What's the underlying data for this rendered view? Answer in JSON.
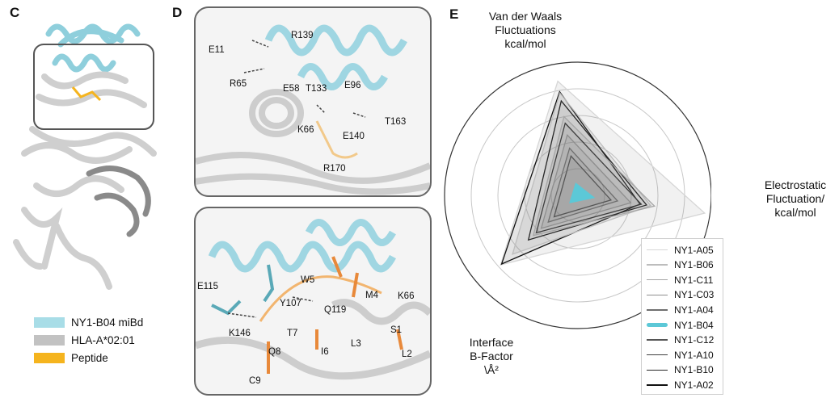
{
  "panels": {
    "c": {
      "letter": "C",
      "legend": [
        {
          "label": "NY1-B04 miBd",
          "color": "#a8dde7"
        },
        {
          "label": "HLA-A*02:01",
          "color": "#c2c2c2"
        },
        {
          "label": "Peptide",
          "color": "#f5b41e"
        }
      ]
    },
    "d": {
      "letter": "D",
      "top_residues": [
        "R139",
        "E11",
        "R65",
        "E58",
        "T133",
        "E96",
        "K66",
        "T163",
        "E140",
        "R170"
      ],
      "bottom_residues": [
        "E115",
        "W5",
        "M4",
        "K66",
        "Y107",
        "Q119",
        "K146",
        "T7",
        "S1",
        "Q8",
        "I6",
        "L3",
        "L2",
        "C9"
      ]
    },
    "e": {
      "letter": "E",
      "axis_labels": {
        "vdw": [
          "Van der Waals",
          "Fluctuations",
          "kcal/mol"
        ],
        "elec": [
          "Electrostatic",
          "Fluctuation/",
          "kcal/mol"
        ],
        "bfac": [
          "Interface",
          "B-Factor",
          "\\Å²"
        ]
      }
    }
  },
  "chart_data": {
    "type": "radar",
    "axes": [
      "Van der Waals Fluctuations kcal/mol",
      "Electrostatic Fluctuation/ kcal/mol",
      "Interface B-Factor \\Å²"
    ],
    "rlim": [
      0,
      1
    ],
    "rings": 5,
    "series": [
      {
        "name": "NY1-A05",
        "values": [
          0.87,
          0.96,
          0.78
        ],
        "color": "#d6d6d6"
      },
      {
        "name": "NY1-B06",
        "values": [
          0.78,
          0.55,
          0.66
        ],
        "color": "#bdbdbd"
      },
      {
        "name": "NY1-C11",
        "values": [
          0.6,
          0.58,
          0.45
        ],
        "color": "#a6a6a6"
      },
      {
        "name": "NY1-C03",
        "values": [
          0.46,
          0.4,
          0.37
        ],
        "color": "#8e8e8e"
      },
      {
        "name": "NY1-A04",
        "values": [
          0.36,
          0.3,
          0.3
        ],
        "color": "#6f6f6f"
      },
      {
        "name": "NY1-B04",
        "values": [
          0.09,
          0.12,
          0.08
        ],
        "color": "#5cc8d7"
      },
      {
        "name": "NY1-C12",
        "values": [
          0.3,
          0.25,
          0.24
        ],
        "color": "#555555"
      },
      {
        "name": "NY1-A10",
        "values": [
          0.55,
          0.48,
          0.42
        ],
        "color": "#3f3f3f"
      },
      {
        "name": "NY1-B10",
        "values": [
          0.72,
          0.52,
          0.5
        ],
        "color": "#262626"
      },
      {
        "name": "NY1-A02",
        "values": [
          0.79,
          0.47,
          0.77
        ],
        "color": "#111111"
      }
    ]
  }
}
